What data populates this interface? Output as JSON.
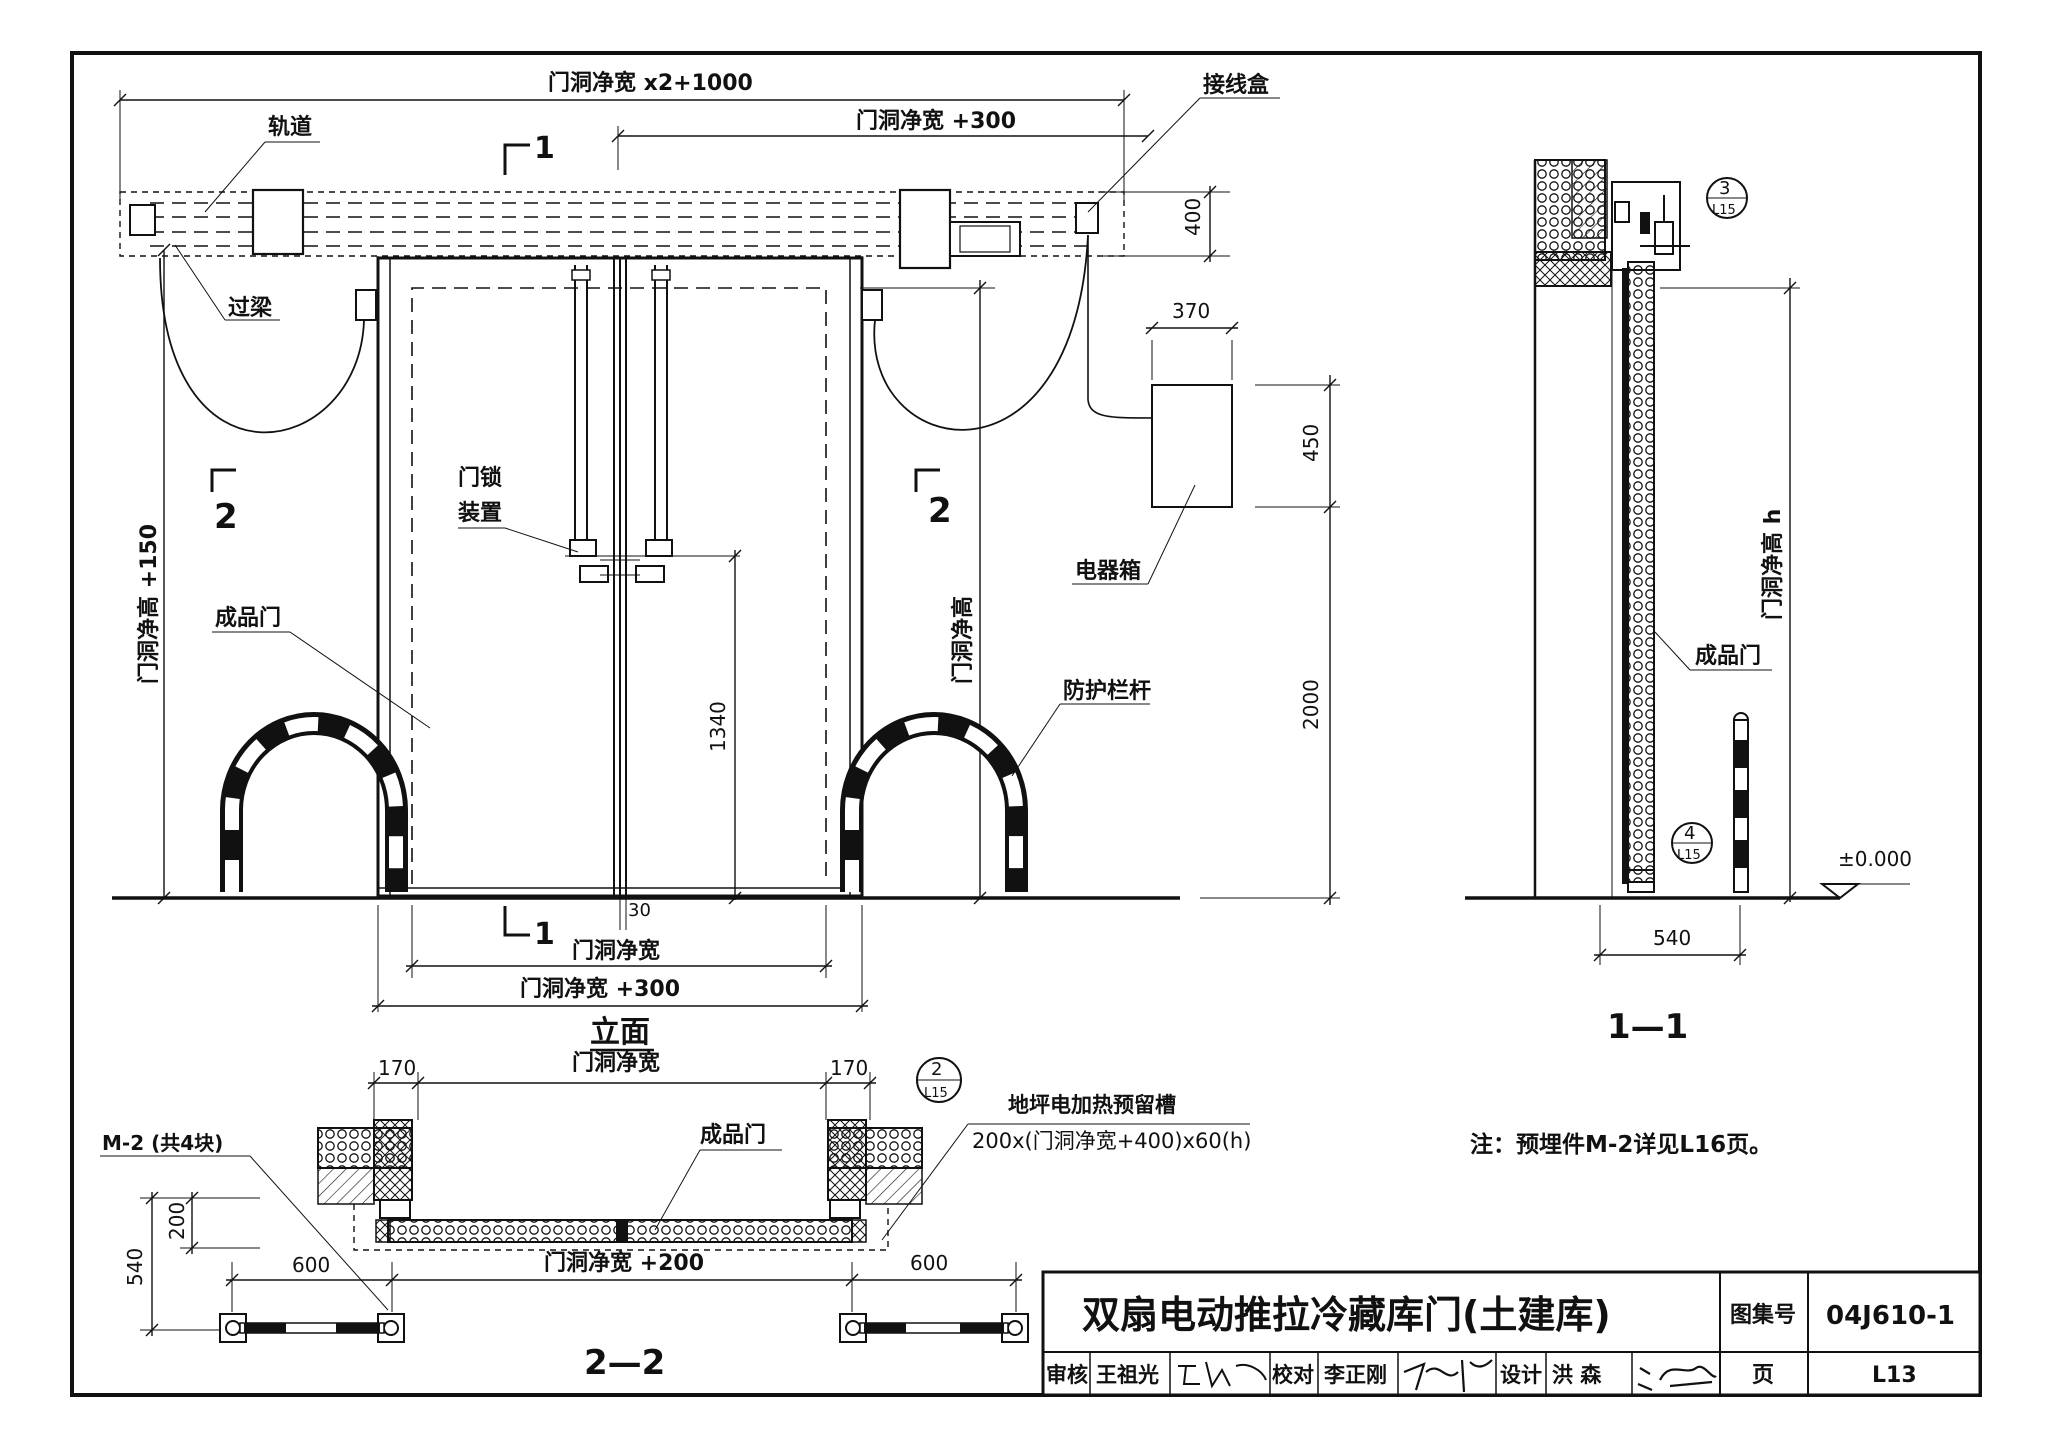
{
  "elevation": {
    "dim_total": "门洞净宽 x2+1000",
    "dim_right": "门洞净宽 +300",
    "track": "轨道",
    "lintel": "过梁",
    "junction_box": "接线盒",
    "h400": "400",
    "w370": "370",
    "h450": "450",
    "h2000": "2000",
    "h1340": "1340",
    "lock_l1": "门锁",
    "lock_l2": "装置",
    "finished_door": "成品门",
    "electric_box": "电器箱",
    "guardrail": "防护栏杆",
    "left_height": "门洞净高 +150",
    "clear_height": "门洞净高",
    "gap30": "30",
    "clear_width": "门洞净宽",
    "clear_width_300": "门洞净宽 +300",
    "sec1_top": "1",
    "sec1_bottom": "1",
    "sec2_left": "2",
    "sec2_right": "2",
    "caption": "立面"
  },
  "section11": {
    "finished_door": "成品门",
    "height_label": "门洞净高 h",
    "level": "±0.000",
    "w540": "540",
    "detail3_num": "3",
    "detail3_ref": "L15",
    "detail4_num": "4",
    "detail4_ref": "L15",
    "caption": "1—1"
  },
  "section22": {
    "w170_left": "170",
    "w170_right": "170",
    "clear_width": "门洞净宽",
    "finished_door": "成品门",
    "m2": "M-2 (共4块)",
    "heating_l1": "地坪电加热预留槽",
    "heating_l2": "200x(门洞净宽+400)x60(h)",
    "h540": "540",
    "h200": "200",
    "w600_left": "600",
    "w600_right": "600",
    "clear_width_200": "门洞净宽 +200",
    "detail2_num": "2",
    "detail2_ref": "L15",
    "caption": "2—2"
  },
  "note": "注：预埋件M-2详见L16页。",
  "title_block": {
    "title": "双扇电动推拉冷藏库门(土建库)",
    "atlas_label": "图集号",
    "atlas_no": "04J610-1",
    "reviewer_label": "审核",
    "reviewer": "王祖光",
    "checker_label": "校对",
    "checker": "李正刚",
    "designer_label": "设计",
    "designer": "洪  森",
    "page_label": "页",
    "page_no": "L13"
  }
}
